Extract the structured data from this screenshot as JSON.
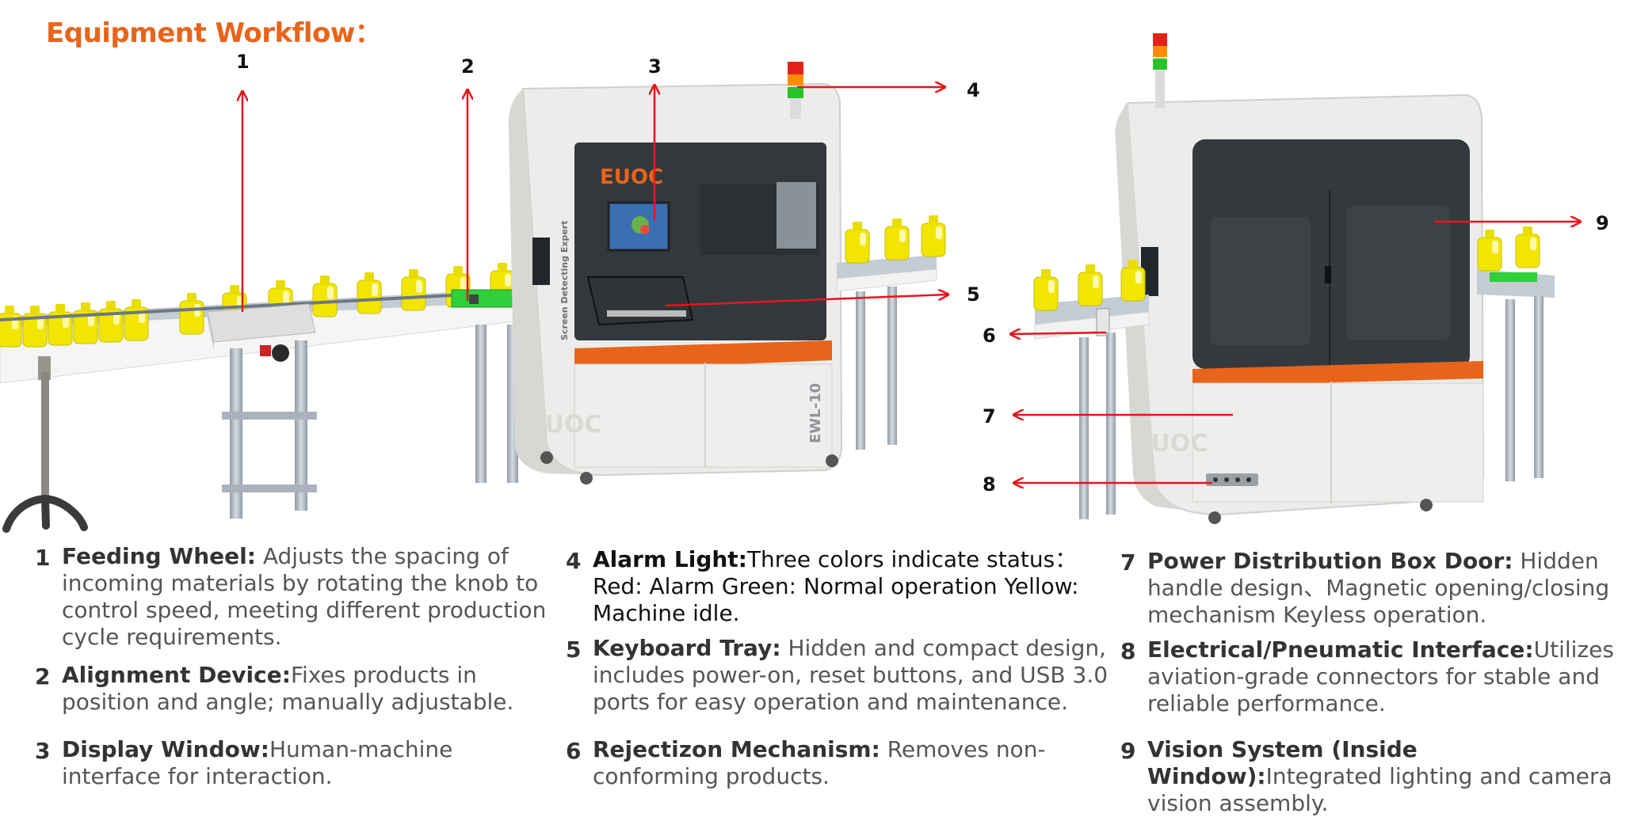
{
  "title": "Equipment Workflow：",
  "brand": {
    "logo_text": "EUOC",
    "model": "EWL-10",
    "side_label": "Screen Detecting Expert",
    "accent_color": "#e8641b",
    "arrow_color": "#e8141b"
  },
  "callouts": [
    "1",
    "2",
    "3",
    "4",
    "5",
    "6",
    "7",
    "8",
    "9"
  ],
  "features": [
    {
      "num": "1",
      "name": "Feeding Wheel:",
      "desc": " Adjusts the spacing of incoming materials by rotating the knob to control speed, meeting different production cycle requirements."
    },
    {
      "num": "2",
      "name": "Alignment Device:",
      "desc": "Fixes products in position and angle; manually adjustable."
    },
    {
      "num": "3",
      "name": "Display Window:",
      "desc": "Human-machine interface for interaction."
    },
    {
      "num": "4",
      "name": "Alarm Light:",
      "desc": "Three colors indicate status：Red: Alarm Green: Normal operation Yellow: Machine idle."
    },
    {
      "num": "5",
      "name": "Keyboard Tray:",
      "desc": " Hidden and compact design, includes power-on, reset buttons, and USB 3.0 ports for easy operation and maintenance."
    },
    {
      "num": "6",
      "name": "Rejectizon Mechanism:",
      "desc": " Removes non-conforming products."
    },
    {
      "num": "7",
      "name": "Power Distribution Box Door:",
      "desc": "  Hidden handle design、Magnetic opening/closing mechanism Keyless operation."
    },
    {
      "num": "8",
      "name": "Electrical/Pneumatic Interface:",
      "desc": "Utilizes aviation-grade connectors for stable and reliable performance."
    },
    {
      "num": "9",
      "name": "Vision System (Inside Window):",
      "desc": "Integrated lighting and camera vision assembly."
    }
  ]
}
